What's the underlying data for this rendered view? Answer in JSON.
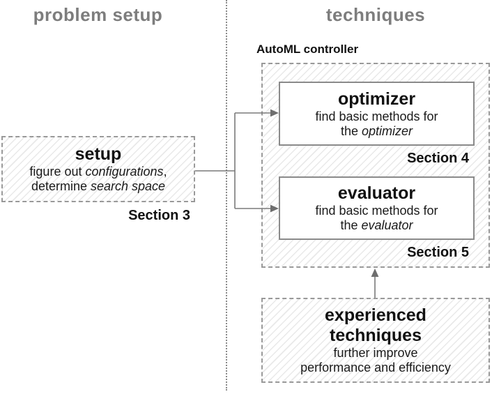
{
  "headers": {
    "left": "problem setup",
    "right": "techniques"
  },
  "setup_box": {
    "title": "setup",
    "line1_prefix": "figure out ",
    "line1_italic": "configurations",
    "line1_suffix": ",",
    "line2_prefix": "determine ",
    "line2_italic": "search space",
    "section_label": "Section 3"
  },
  "controller": {
    "label": "AutoML controller",
    "optimizer": {
      "title": "optimizer",
      "line1": "find basic methods for",
      "line2_prefix": "the ",
      "line2_italic": "optimizer",
      "section_label": "Section 4"
    },
    "evaluator": {
      "title": "evaluator",
      "line1": "find basic methods for",
      "line2_prefix": "the ",
      "line2_italic": "evaluator",
      "section_label": "Section 5"
    }
  },
  "experienced_box": {
    "title_line1": "experienced",
    "title_line2": "techniques",
    "line1": "further improve",
    "line2": "performance and efficiency"
  },
  "colors": {
    "header_gray": "#7d7d7d",
    "connector_gray": "#7a7a7a",
    "dashed_border_gray": "#999999",
    "solid_border_gray": "#8a8a8a",
    "hatch_gray": "#e9e9e9",
    "text_black": "#111111"
  }
}
